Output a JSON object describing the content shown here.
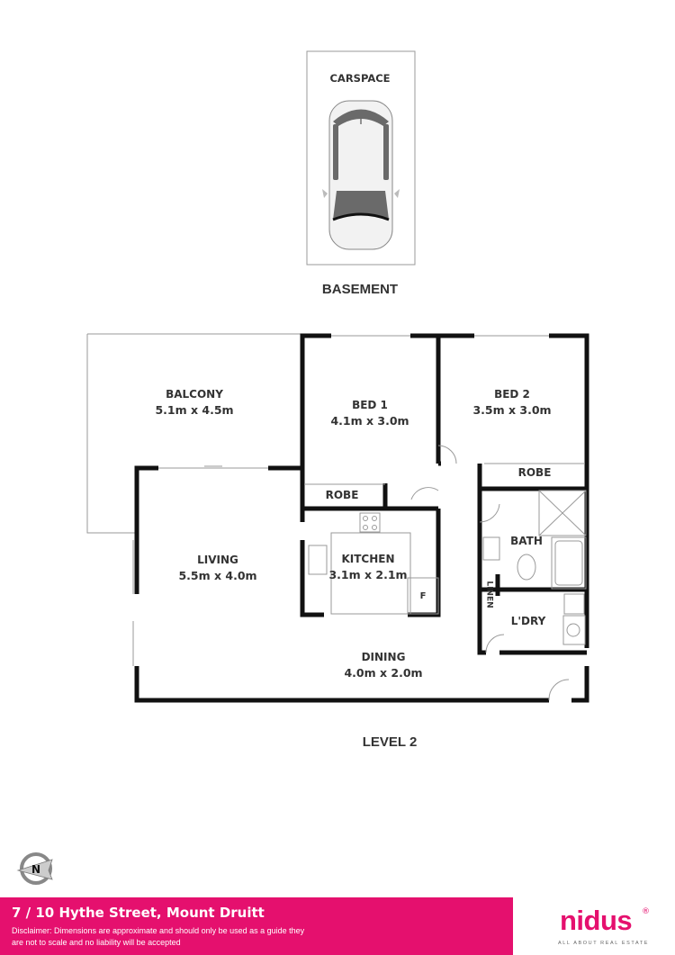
{
  "basement": {
    "title": "BASEMENT",
    "carspace_label": "CARSPACE"
  },
  "level": {
    "title": "LEVEL 2",
    "rooms": [
      {
        "name": "BALCONY",
        "dims": "5.1m x 4.5m"
      },
      {
        "name": "BED 1",
        "dims": "4.1m x 3.0m"
      },
      {
        "name": "BED 2",
        "dims": "3.5m x 3.0m"
      },
      {
        "name": "LIVING",
        "dims": "5.5m x 4.0m"
      },
      {
        "name": "KITCHEN",
        "dims": "3.1m x 2.1m"
      },
      {
        "name": "DINING",
        "dims": "4.0m x 2.0m"
      },
      {
        "name": "BATH",
        "dims": ""
      },
      {
        "name": "L'DRY",
        "dims": ""
      }
    ],
    "small_labels": {
      "robe_bed1": "ROBE",
      "robe_bed2": "ROBE",
      "linen": "LINEN",
      "fridge": "F"
    }
  },
  "compass": {
    "label": "N"
  },
  "footer": {
    "address": "7 / 10 Hythe Street, Mount Druitt",
    "disclaimer": "Disclaimer: Dimensions are approximate and should only be used as a guide they are not to scale and no liability will be accepted",
    "bg_color": "#e5106e"
  },
  "brand": {
    "name": "nidus",
    "registered": "®",
    "tagline": "ALL ABOUT REAL ESTATE",
    "color": "#e5106e"
  }
}
